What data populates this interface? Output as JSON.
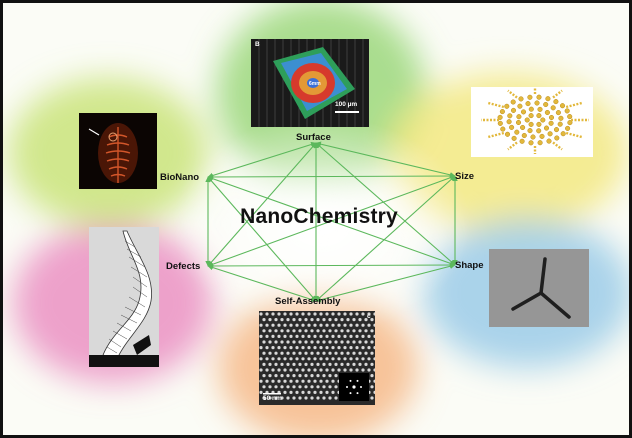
{
  "title": "NanoChemistry",
  "nodes": {
    "surface": "Surface",
    "size": "Size",
    "shape": "Shape",
    "self_assembly": "Self-Assembly",
    "defects": "Defects",
    "bionano": "BioNano"
  },
  "images": {
    "surface_panel_letter": "B",
    "surface_scale": "100 µm",
    "surface_overlay": "6mm",
    "assembly_panel_letter": "c",
    "assembly_scale": "50 nm"
  },
  "colors": {
    "arrow": "#5cb85c",
    "petal_green": "#8fd36b",
    "petal_yellow": "#f3e77a",
    "petal_blue": "#8fc6e6",
    "petal_orange": "#f5ab72",
    "petal_magenta": "#e77ab8",
    "petal_lime": "#c3e06a"
  }
}
